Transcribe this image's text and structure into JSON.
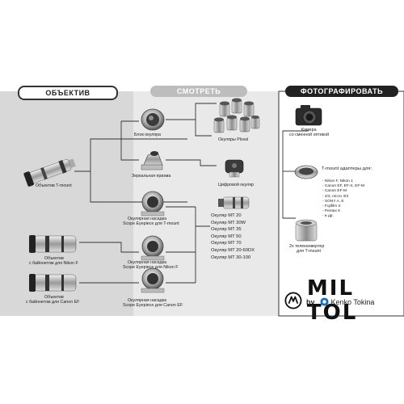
{
  "headers": {
    "lens": "ОБЪЕКТИВ",
    "view": "СМОТРЕТЬ",
    "photo": "ФОТОГРАФИРОВАТЬ"
  },
  "labels": {
    "eyepiece_block": "Блок окуляра",
    "plossl": "Окуляры Plossl",
    "mirror_prism": "Зеркальная призма",
    "digital_eyepiece": "Цифровой окуляр",
    "tmount_lens": "Объектив T-mount",
    "adapter_t_1": "Окулярная насадка",
    "adapter_t_2": "Scope Eyepiece для T-mount",
    "adapter_n_1": "Окулярная насадка",
    "adapter_n_2": "Scope Eyepiece для Nikon F",
    "adapter_c_1": "Окулярная насадка",
    "adapter_c_2": "Scope Eyepiece для Canon EF",
    "nikon_lens_1": "Объектив",
    "nikon_lens_2": "с байонетом для Nikon F",
    "canon_lens_1": "Объектив",
    "canon_lens_2": "с байонетом для Canon EF",
    "camera_1": "Камера",
    "camera_2": "со сменной оптикой",
    "adapters_title": "T-mount адаптеры для:",
    "teleconv_1": "2x телеконвертер",
    "teleconv_2": "для T-mount"
  },
  "eyepieces": [
    "Окуляр MT 20",
    "Окуляр MT 30W",
    "Окуляр MT 35",
    "Окуляр MT 50",
    "Окуляр MT 70",
    "Окуляр MT 20-60DX",
    "Окуляр MT 30-100"
  ],
  "adapter_mounts": [
    "- Nikon F, Nikon 1",
    "- Canon EF, EF-S, EF-M",
    "- Canon EF-M",
    "- 4/3, micro 4/3",
    "- SONY A, E",
    "- Fujifilm X",
    "- Pentax K",
    "- и др."
  ],
  "brand": {
    "name": "MIL TOL",
    "by": "by",
    "maker": "Kenko Tokina"
  },
  "colors": {
    "panel_lens": "#d8d8d8",
    "panel_view": "#e9e9e9",
    "line": "#333333",
    "brand": "#111111",
    "kenko_blue": "#1a6fb5"
  }
}
